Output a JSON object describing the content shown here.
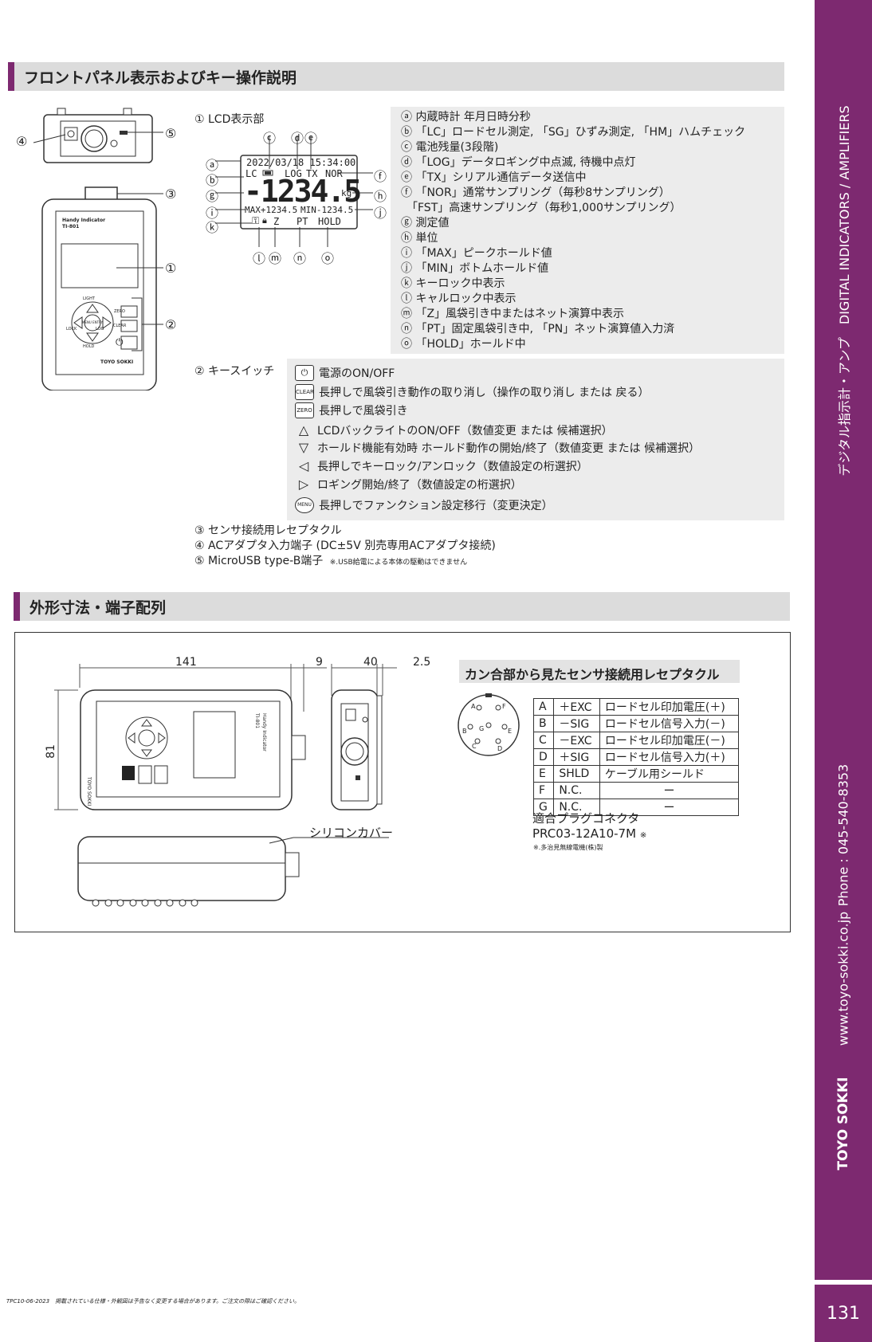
{
  "section1": {
    "title": "フロントパネル表示およびキー操作説明"
  },
  "section2": {
    "title": "外形寸法・端子配列"
  },
  "callouts": {
    "c4": "④",
    "c5": "⑤",
    "c3": "③",
    "c1": "①",
    "c2": "②",
    "a": "ⓐ",
    "b": "ⓑ",
    "c": "ⓒ",
    "d": "ⓓ",
    "e": "ⓔ",
    "f": "ⓕ",
    "g": "ⓖ",
    "h": "ⓗ",
    "i": "ⓘ",
    "j": "ⓙ",
    "k": "ⓚ",
    "l": "ⓛ",
    "m": "ⓜ",
    "n": "ⓝ",
    "o": "ⓞ"
  },
  "device": {
    "label1": "Handy Indicator",
    "label2": "TI-801",
    "brand": "TOYO SOKKI",
    "light": "LIGHT",
    "hold": "HOLD",
    "lock": "LOCK",
    "log": "LOG",
    "menu": "MENU ENTRY",
    "zero": "ZERO",
    "clear": "CLEAR"
  },
  "lcd": {
    "heading": "① LCD表示部",
    "datetime": "2022/03/18 15:34:00",
    "lc": "LC",
    "log": "LOG",
    "tx": "TX",
    "nor": "NOR",
    "value": "-1234.5",
    "unit": "kg",
    "max": "MAX+1234.5",
    "min": "MIN-1234.5",
    "z": "Z",
    "pt": "PT",
    "hold": "HOLD"
  },
  "lcd_desc": [
    "ⓐ 内蔵時計 年月日時分秒",
    "ⓑ 「LC」ロードセル測定, 「SG」ひずみ測定, 「HM」ハムチェック",
    "ⓒ 電池残量(3段階)",
    "ⓓ 「LOG」データロギング中点滅, 待機中点灯",
    "ⓔ 「TX」シリアル通信データ送信中",
    "ⓕ 「NOR」通常サンプリング（毎秒8サンプリング）",
    "　「FST」高速サンプリング（毎秒1,000サンプリング）",
    "ⓖ 測定値",
    "ⓗ 単位",
    "ⓘ 「MAX」ピークホールド値",
    "ⓙ 「MIN」ボトムホールド値",
    "ⓚ キーロック中表示",
    "ⓛ キャルロック中表示",
    "ⓜ 「Z」風袋引き中またはネット演算中表示",
    "ⓝ 「PT」固定風袋引き中, 「PN」ネット演算値入力済",
    "ⓞ 「HOLD」ホールド中"
  ],
  "keys": {
    "heading": "② キースイッチ",
    "items": [
      {
        "icon": "⏻",
        "text": "電源のON/OFF"
      },
      {
        "icon": "CLEAR",
        "text": "長押しで風袋引き動作の取り消し（操作の取り消し または 戻る）"
      },
      {
        "icon": "ZERO",
        "text": "長押しで風袋引き"
      },
      {
        "icon": "△",
        "text": "LCDバックライトのON/OFF（数値変更 または 候補選択）"
      },
      {
        "icon": "▽",
        "text": "ホールド機能有効時 ホールド動作の開始/終了（数値変更 または 候補選択）"
      },
      {
        "icon": "◁",
        "text": "長押しでキーロック/アンロック（数値設定の桁選択）"
      },
      {
        "icon": "▷",
        "text": "ロギング開始/終了（数値設定の桁選択）"
      },
      {
        "icon": "MENU",
        "text": "長押しでファンクション設定移行（変更決定）"
      }
    ]
  },
  "notes": [
    "③ センサ接続用レセプタクル",
    "④ ACアダプタ入力端子 (DC±5V 別売専用ACアダプタ接続)",
    "⑤ MicroUSB type-B端子"
  ],
  "note5_small": "※.USB給電による本体の駆動はできません",
  "dims": {
    "w141": "141",
    "w9": "9",
    "w40": "40",
    "w25": "2.5",
    "h81": "81",
    "cover": "シリコンカバー"
  },
  "receptacle": {
    "title": "カン合部から見たセンサ接続用レセプタクル",
    "rows": [
      [
        "A",
        "＋EXC",
        "ロードセル印加電圧(＋)"
      ],
      [
        "B",
        "－SIG",
        "ロードセル信号入力(－)"
      ],
      [
        "C",
        "－EXC",
        "ロードセル印加電圧(－)"
      ],
      [
        "D",
        "＋SIG",
        "ロードセル信号入力(＋)"
      ],
      [
        "E",
        "SHLD",
        "ケーブル用シールド"
      ],
      [
        "F",
        "N.C.",
        "ー"
      ],
      [
        "G",
        "N.C.",
        "ー"
      ]
    ],
    "plug_label": "適合プラグコネクタ",
    "plug_model": "PRC03-12A10-7M",
    "plug_mark": "※",
    "plug_note": "※.多治見無線電機(株)製",
    "pins": [
      "A",
      "B",
      "C",
      "D",
      "E",
      "F",
      "G"
    ]
  },
  "side": {
    "category": "デジタル指示計・アンプ　DIGITAL INDICATORS / AMPLIFIERS",
    "phone": "Phone : 045-540-8353",
    "web": "www.toyo-sokki.co.jp",
    "brand": "TOYO SOKKI"
  },
  "footer": "TPC10-06-2023　掲載されている仕様・外観図は予告なく変更する場合があります。ご注文の際はご確認ください。",
  "page_number": "131"
}
